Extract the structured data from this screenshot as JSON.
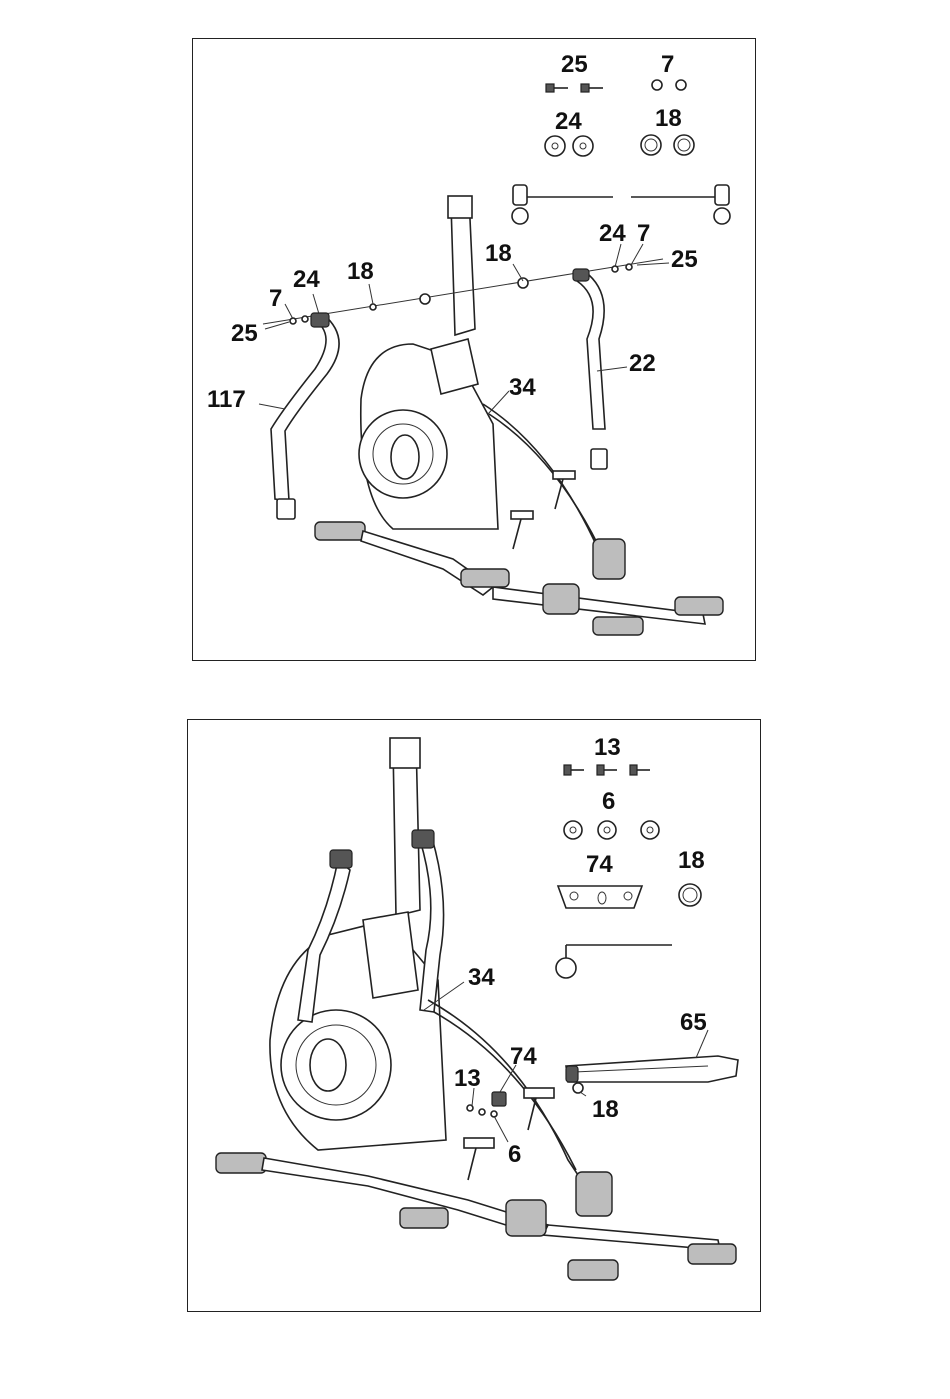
{
  "diagram_1": {
    "parts_legend": [
      {
        "id": "legend-bolt",
        "label": "25"
      },
      {
        "id": "legend-nut",
        "label": "7"
      },
      {
        "id": "legend-washer",
        "label": "24"
      },
      {
        "id": "legend-spring-washer",
        "label": "18"
      }
    ],
    "callouts": [
      {
        "id": "callout-left-24",
        "label": "24"
      },
      {
        "id": "callout-left-18",
        "label": "18"
      },
      {
        "id": "callout-left-7",
        "label": "7"
      },
      {
        "id": "callout-left-25",
        "label": "25"
      },
      {
        "id": "callout-117",
        "label": "117"
      },
      {
        "id": "callout-right-18",
        "label": "18"
      },
      {
        "id": "callout-right-24",
        "label": "24"
      },
      {
        "id": "callout-right-7",
        "label": "7"
      },
      {
        "id": "callout-right-25",
        "label": "25"
      },
      {
        "id": "callout-22",
        "label": "22"
      },
      {
        "id": "callout-34",
        "label": "34"
      }
    ]
  },
  "diagram_2": {
    "parts_legend": [
      {
        "id": "legend-bolt",
        "label": "13"
      },
      {
        "id": "legend-washer",
        "label": "6"
      },
      {
        "id": "legend-bracket",
        "label": "74"
      },
      {
        "id": "legend-spring-washer",
        "label": "18"
      }
    ],
    "callouts": [
      {
        "id": "callout-34",
        "label": "34"
      },
      {
        "id": "callout-65",
        "label": "65"
      },
      {
        "id": "callout-74",
        "label": "74"
      },
      {
        "id": "callout-13",
        "label": "13"
      },
      {
        "id": "callout-18",
        "label": "18"
      },
      {
        "id": "callout-6",
        "label": "6"
      }
    ]
  }
}
